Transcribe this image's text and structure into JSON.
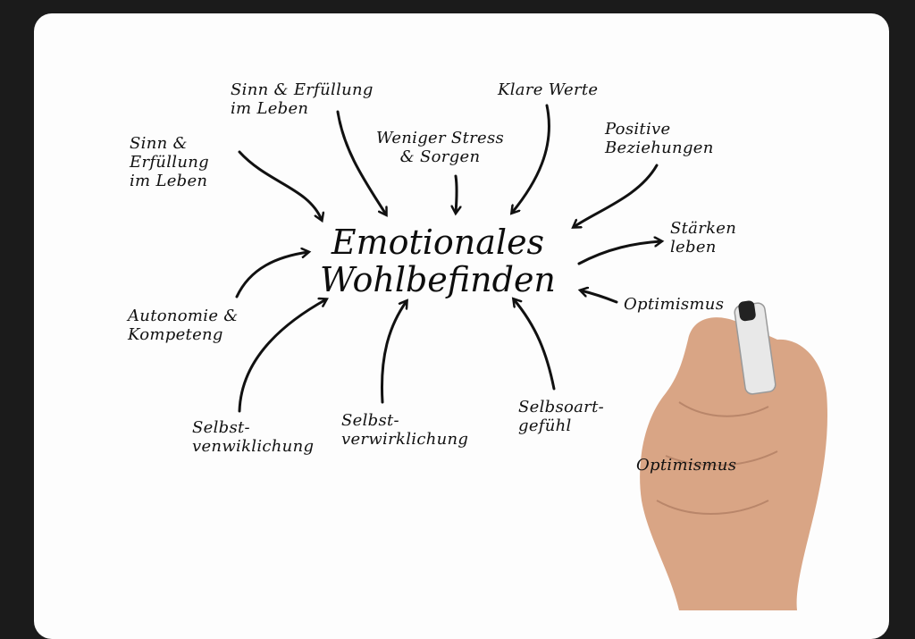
{
  "center": {
    "line1": "Emotionales",
    "line2": "Wohlbefinden"
  },
  "nodes": {
    "sinn_top": [
      "Sinn & Erfüllung",
      "im Leben"
    ],
    "klare_werte": [
      "Klare Werte"
    ],
    "weniger_stress": [
      "Weniger Stress",
      "& Sorgen"
    ],
    "positive_beziehungen": [
      "Positive",
      "Beziehungen"
    ],
    "sinn_left": [
      "Sinn &",
      "Erfüllung",
      "im Leben"
    ],
    "staerken": [
      "Stärken",
      "leben"
    ],
    "optimismus_right": [
      "Optimismus"
    ],
    "autonomie": [
      "Autonomie &",
      "Kompeteng"
    ],
    "selbst_left": [
      "Selbst-",
      "venwiklichung"
    ],
    "selbst_mid": [
      "Selbst-",
      "verwirklichung"
    ],
    "selbstwert": [
      "Selbsoart-",
      "gefühl"
    ],
    "optimismus_bottom": [
      "Optimismus"
    ]
  },
  "colors": {
    "background": "#1b1b1b",
    "board": "#fdfdfd",
    "ink": "#111111",
    "skin": "#d9a585",
    "marker": "#e8e8e8"
  }
}
